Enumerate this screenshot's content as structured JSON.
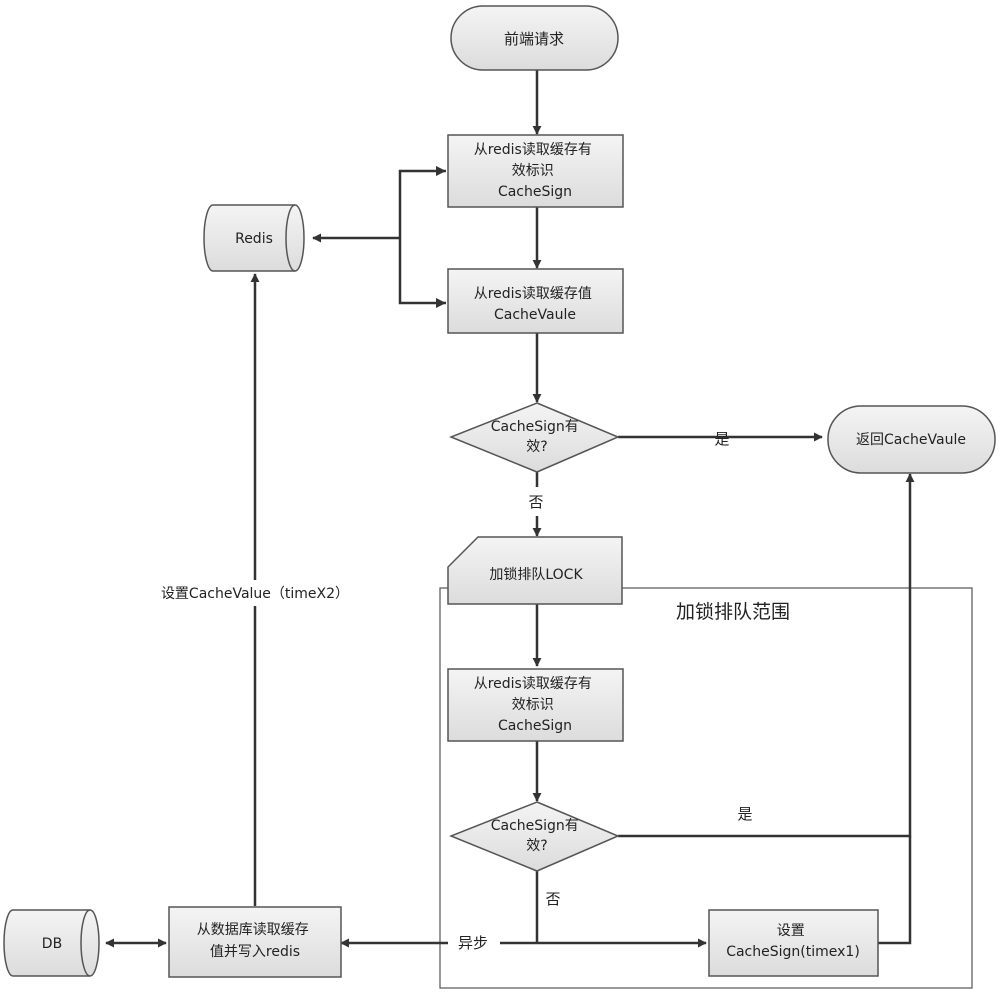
{
  "nodes": {
    "start": "前端请求",
    "read_sign_1": [
      "从redis读取缓存有",
      "效标识",
      "CacheSign"
    ],
    "read_value": [
      "从redis读取缓存值",
      "CacheVaule"
    ],
    "redis": "Redis",
    "decision_1": [
      "CacheSign有",
      "效?"
    ],
    "return": "返回CacheVaule",
    "lock": "加锁排队LOCK",
    "lock_scope": "加锁排队范围",
    "read_sign_2": [
      "从redis读取缓存有",
      "效标识",
      "CacheSign"
    ],
    "decision_2": [
      "CacheSign有",
      "效?"
    ],
    "set_sign": [
      "设置",
      "CacheSign(timex1)"
    ],
    "db_read": [
      "从数据库读取缓存",
      "值并写入redis"
    ],
    "db": "DB"
  },
  "edges": {
    "yes_1": "是",
    "no_1": "否",
    "yes_2": "是",
    "no_2": "否",
    "async": "异步",
    "set_value": "设置CacheValue（timeX2）"
  }
}
